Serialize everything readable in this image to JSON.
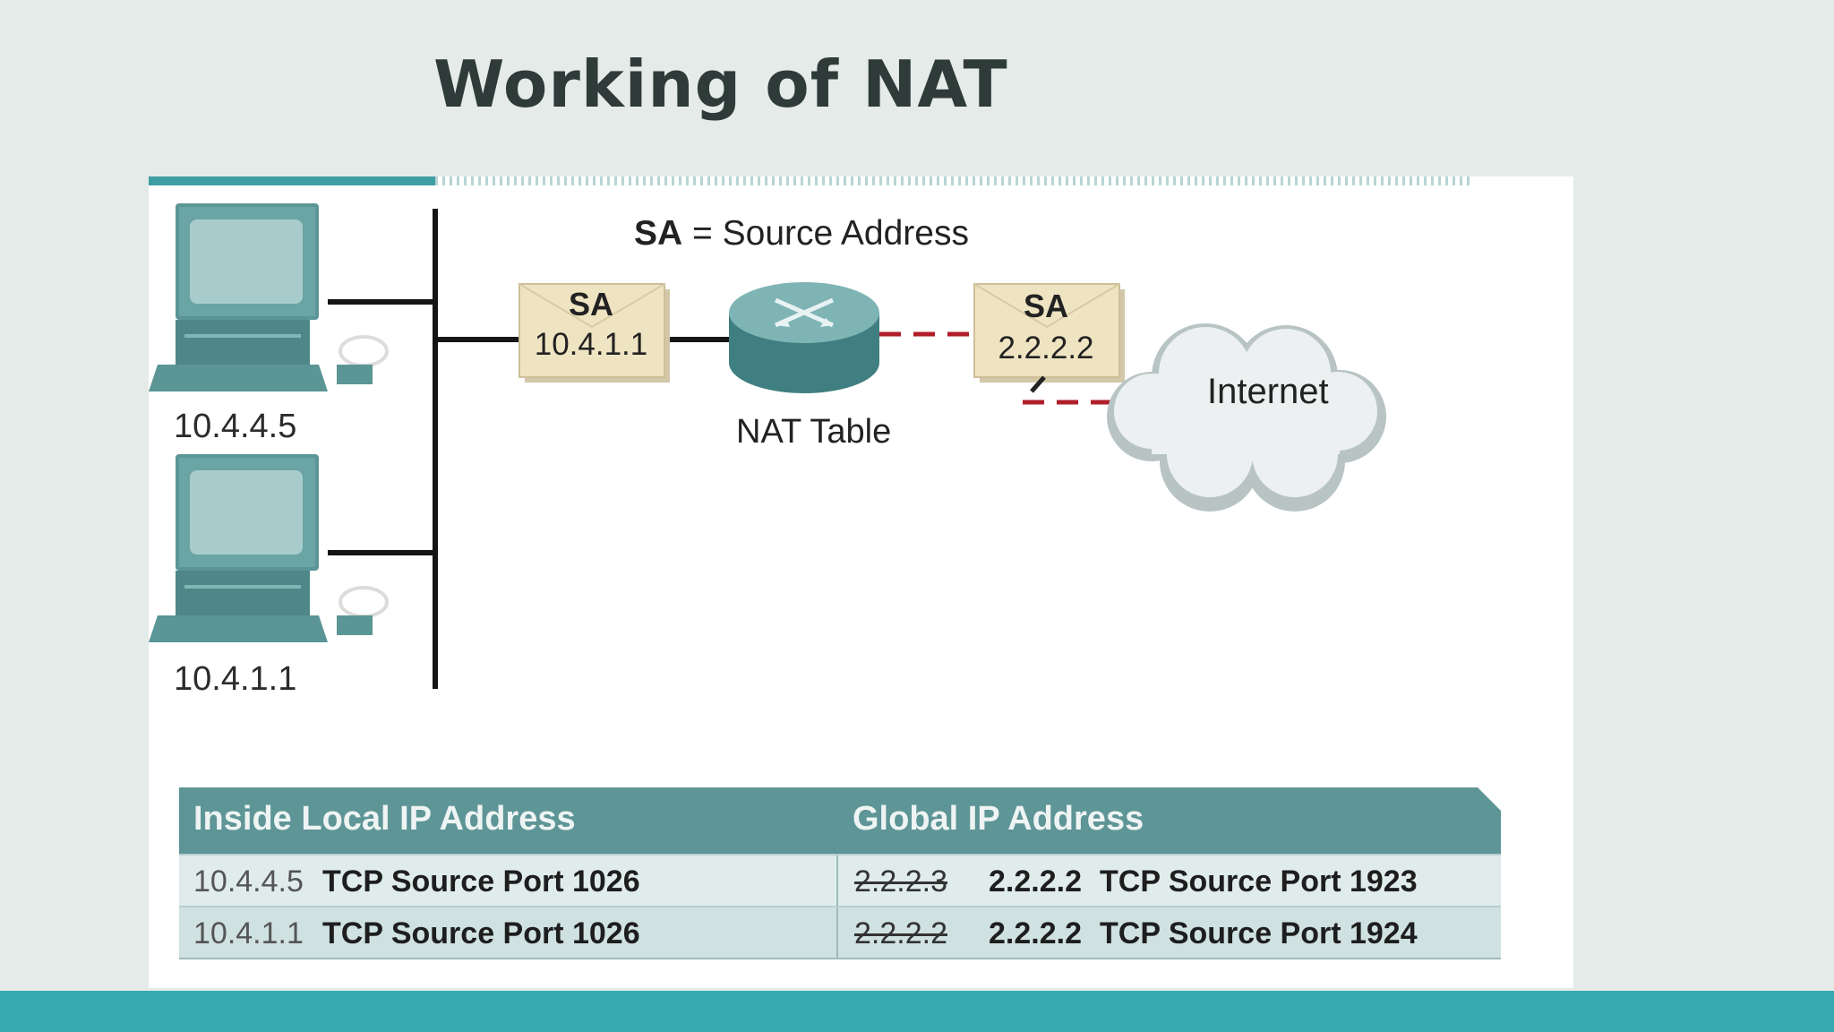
{
  "title": "Working of NAT",
  "legend": {
    "abbr": "SA",
    "text": "= Source Address"
  },
  "hosts": [
    {
      "ip": "10.4.4.5"
    },
    {
      "ip": "10.4.1.1"
    }
  ],
  "packets": {
    "inside": {
      "label": "SA",
      "address": "10.4.1.1"
    },
    "outside": {
      "label": "SA",
      "address": "2.2.2.2"
    }
  },
  "router": {
    "caption": "NAT Table"
  },
  "cloud": {
    "label": "Internet"
  },
  "nat_table": {
    "headers": [
      "Inside Local IP Address",
      "Global IP Address"
    ],
    "rows": [
      {
        "local_ip": "10.4.4.5",
        "local_port": "TCP Source Port 1026",
        "old_global": "2.2.2.3",
        "global_ip": "2.2.2.2",
        "global_port": "TCP Source Port 1923"
      },
      {
        "local_ip": "10.4.1.1",
        "local_port": "TCP Source Port 1026",
        "old_global": "2.2.2.2",
        "global_ip": "2.2.2.2",
        "global_port": "TCP Source Port 1924"
      }
    ]
  },
  "colors": {
    "accent": "#37aab0",
    "table_header": "#5e9597",
    "device": "#5b9596",
    "packet": "#efe4c2",
    "dashed_link": "#b01e2a"
  }
}
